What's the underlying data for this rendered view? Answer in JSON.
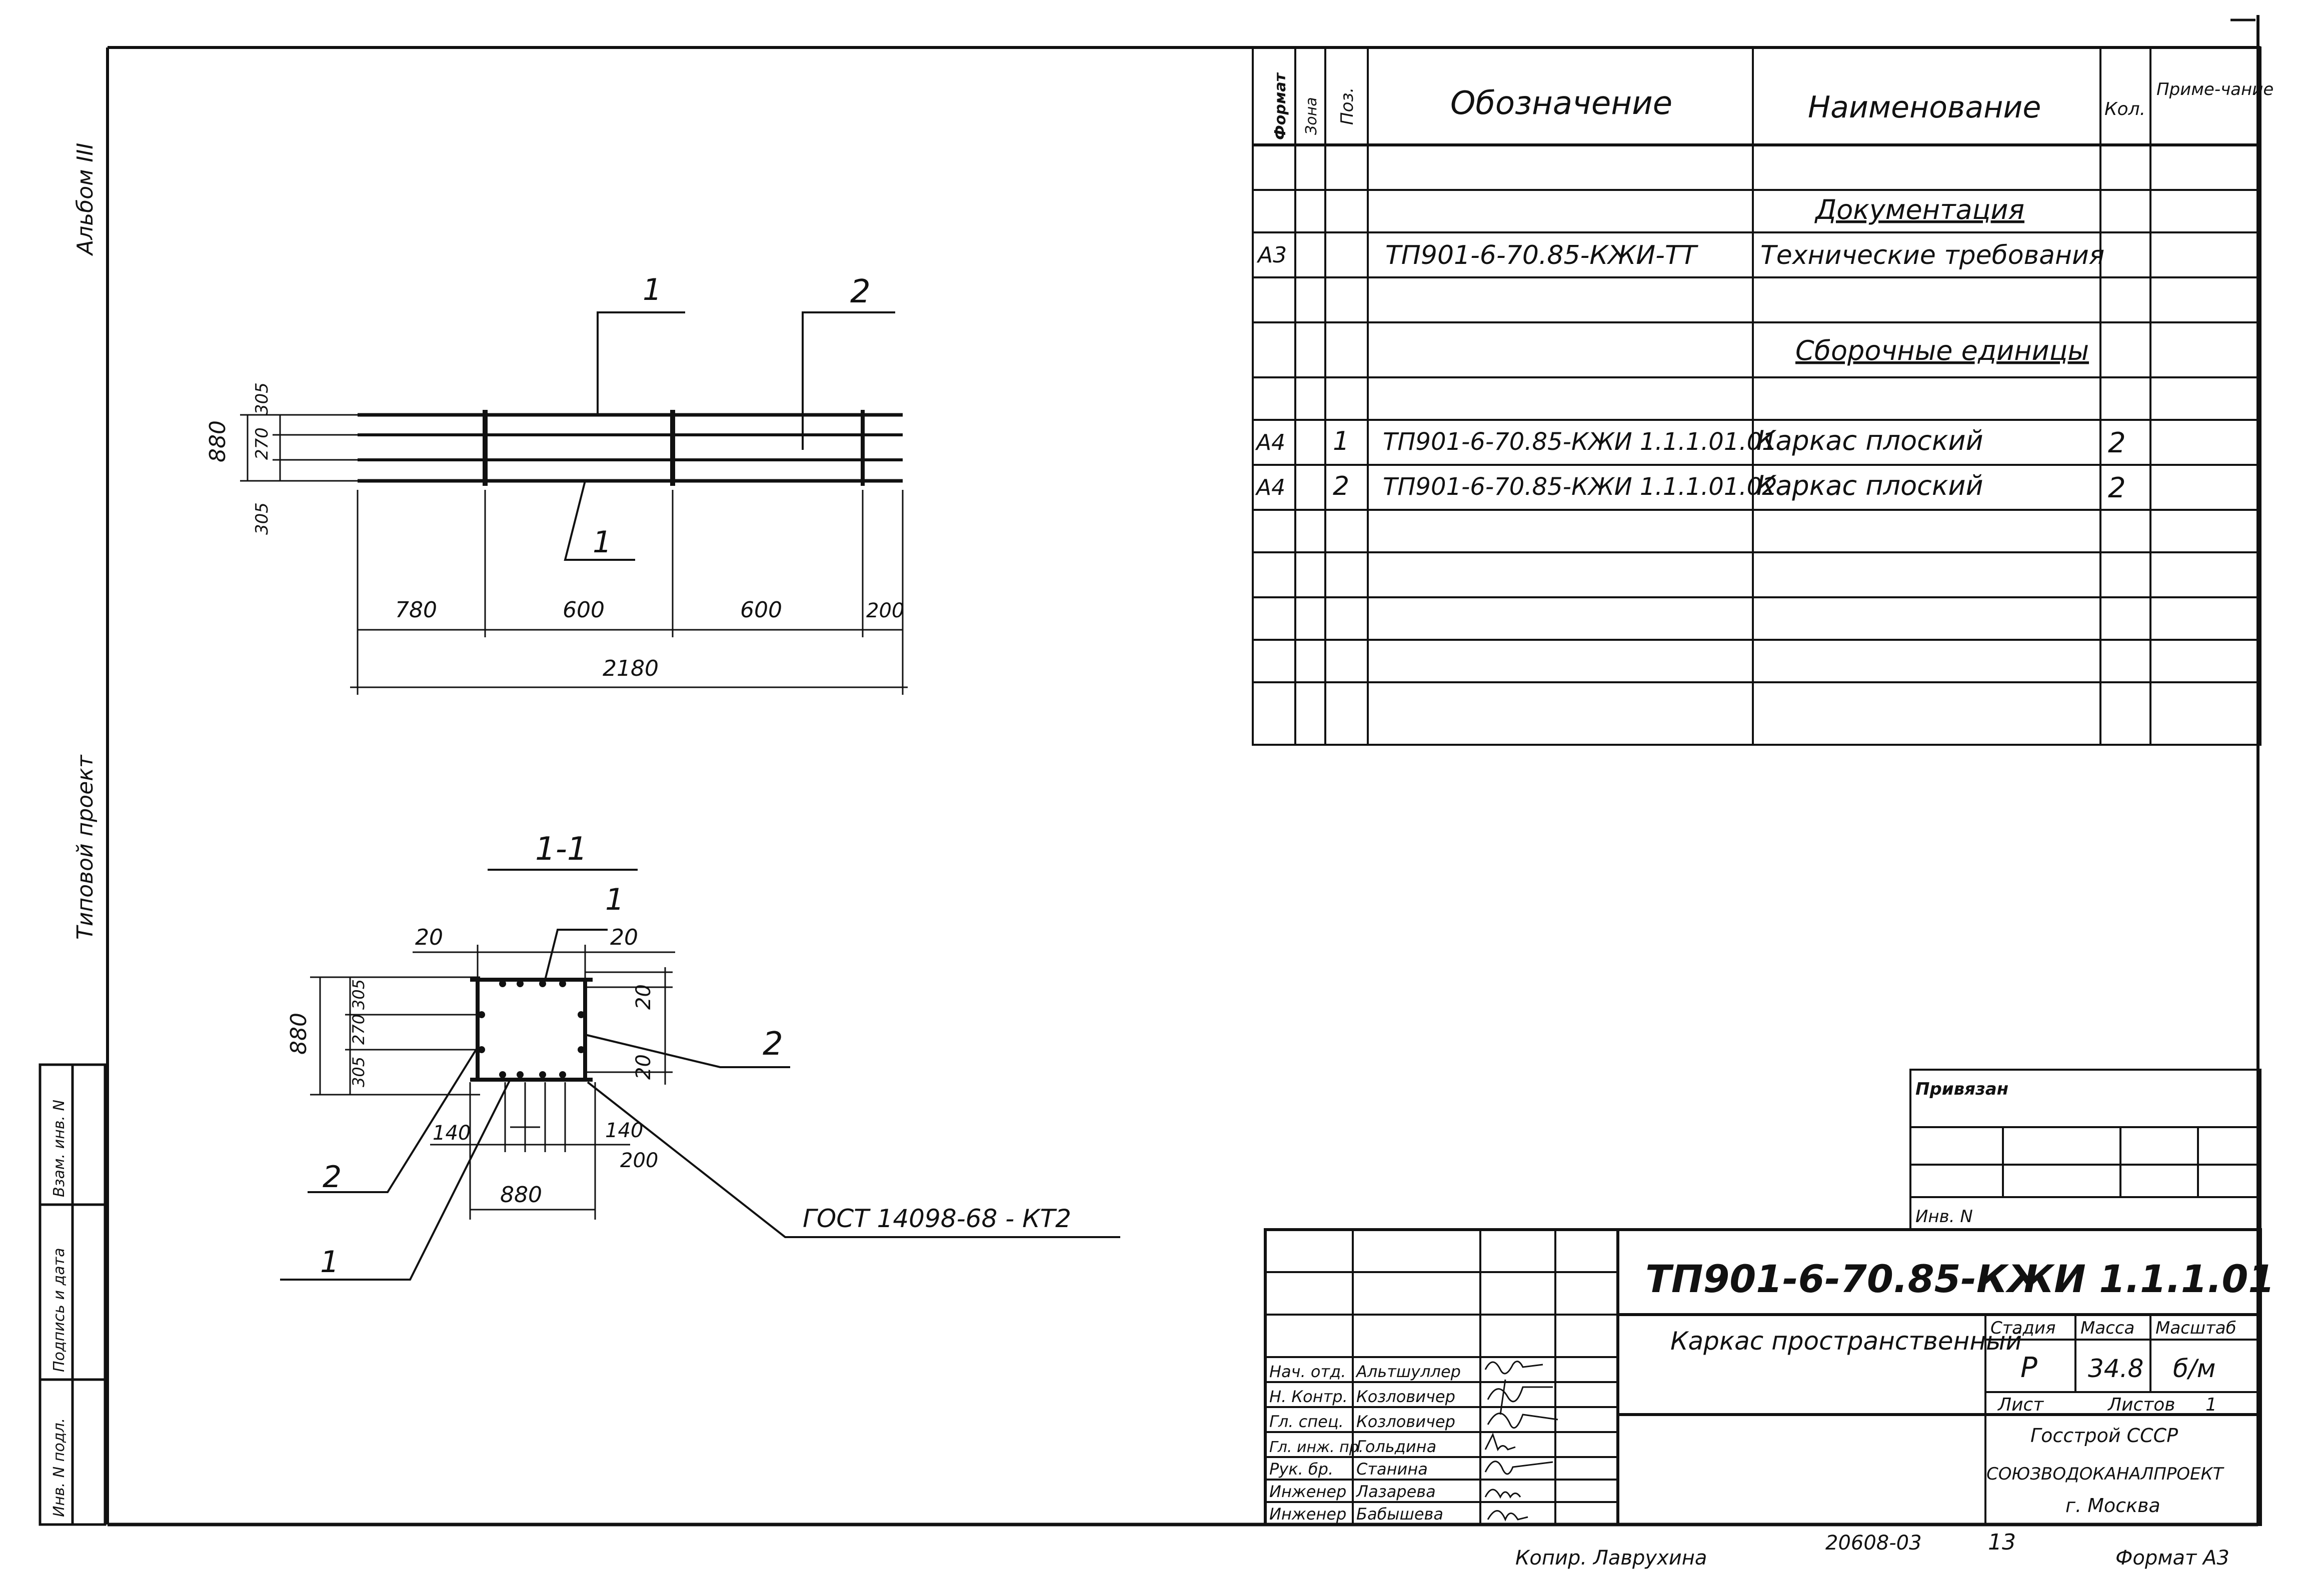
{
  "side": {
    "album": "Альбом III",
    "project_type": "Типовой проект",
    "stamp_labels": [
      "Инв. N подл.",
      "Подпись и дата",
      "Взам. инв. N"
    ]
  },
  "spec": {
    "headers": {
      "format": "Формат",
      "zone": "Зона",
      "pos": "Поз.",
      "designation": "Обозначение",
      "name": "Наименование",
      "qty": "Кол.",
      "note": "Приме-чание"
    },
    "section_docs": "Документация",
    "doc_row": {
      "format": "А3",
      "designation": "ТП901-6-70.85-КЖИ-ТТ",
      "name": "Технические требования"
    },
    "section_units": "Сборочные единицы",
    "items": [
      {
        "format": "А4",
        "pos": "1",
        "designation": "ТП901-6-70.85-КЖИ 1.1.1.01.01",
        "name": "Каркас плоский",
        "qty": "2"
      },
      {
        "format": "А4",
        "pos": "2",
        "designation": "ТП901-6-70.85-КЖИ 1.1.1.01.02",
        "name": "Каркас плоский",
        "qty": "2"
      }
    ]
  },
  "drawing": {
    "plan": {
      "callout_1": "1",
      "callout_2": "2",
      "callout_1b": "1",
      "height_total": "880",
      "dim_305_top": "305",
      "dim_270": "270",
      "dim_305_bottom": "305",
      "span_780": "780",
      "span_600a": "600",
      "span_600b": "600",
      "span_200": "200",
      "total_length": "2180"
    },
    "section": {
      "title": "1-1",
      "callout_1_top": "1",
      "callout_2_right": "2",
      "callout_2_left": "2",
      "callout_1_left": "1",
      "dim_20_tl": "20",
      "dim_20_tr": "20",
      "dim_20_r1": "20",
      "dim_20_r2": "20",
      "height_total": "880",
      "dim_305a": "305",
      "dim_270": "270",
      "dim_305b": "305",
      "dim_140_left": "140",
      "dim_140_right": "140",
      "dim_200": "200",
      "width_total": "880",
      "gost": "ГОСТ 14098-68 - КТ2"
    }
  },
  "title_block": {
    "bound_label": "Привязан",
    "inv_label": "Инв. N",
    "code": "ТП901-6-70.85-КЖИ 1.1.1.01",
    "item_name": "Каркас пространственный",
    "stage_label": "Стадия",
    "mass_label": "Масса",
    "scale_label": "Масштаб",
    "stage": "Р",
    "mass": "34.8",
    "scale": "б/м",
    "sheet_label": "Лист",
    "sheets_label": "Листов",
    "sheets_count": "1",
    "org_1": "Госстрой СССР",
    "org_2": "СОЮЗВОДОКАНАЛПРОЕКТ",
    "org_3": "г. Москва",
    "staff": [
      {
        "role": "Нач. отд.",
        "name": "Альтшуллер"
      },
      {
        "role": "Н. Контр.",
        "name": "Козловичер"
      },
      {
        "role": "Гл. спец.",
        "name": "Козловичер"
      },
      {
        "role": "Гл. инж. пр.",
        "name": "Гольдина"
      },
      {
        "role": "Рук. бр.",
        "name": "Станина"
      },
      {
        "role": "Инженер",
        "name": "Лазарева"
      },
      {
        "role": "Инженер",
        "name": "Бабышева"
      }
    ]
  },
  "footer": {
    "copied": "Копир. Лаврухина",
    "number": "20608-03",
    "sheet_no": "13",
    "format": "Формат А3"
  }
}
